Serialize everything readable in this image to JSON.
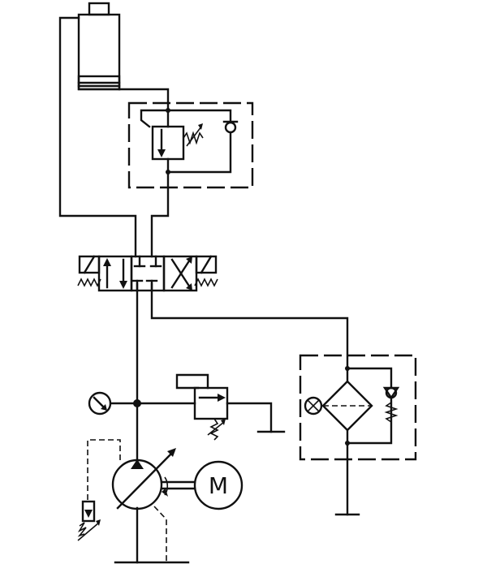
{
  "diagram": {
    "motor_label": "M",
    "colors": {
      "line": "#111111",
      "background": "#ffffff"
    },
    "components": [
      "hydraulic-cylinder",
      "pressure-reducing-valve-with-check",
      "directional-valve-4-3-solenoid",
      "pressure-gauge",
      "relief-valve",
      "variable-displacement-pump",
      "electric-motor",
      "return-filter-with-bypass-check",
      "tank"
    ]
  }
}
